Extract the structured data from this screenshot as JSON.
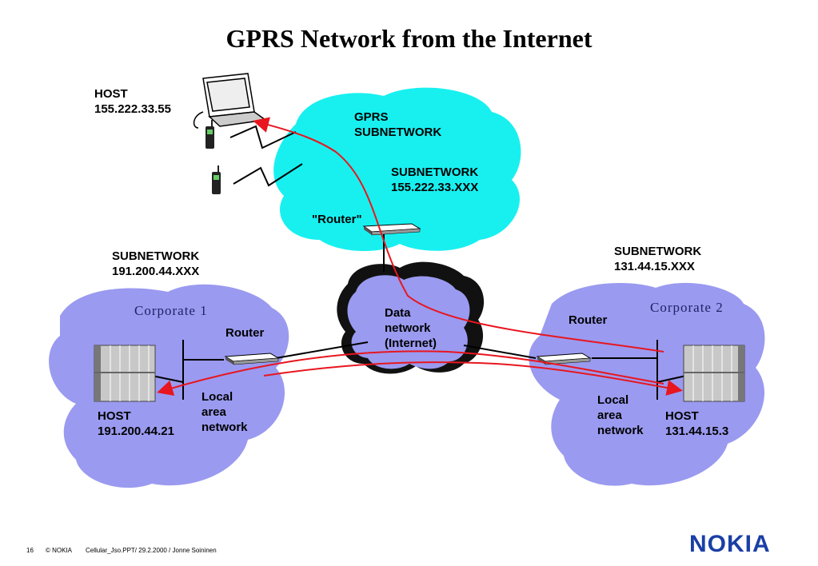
{
  "title": "GPRS Network from the Internet",
  "labels": {
    "host_gprs": "HOST\n155.222.33.55",
    "gprs_subnetwork": "GPRS\nSUBNETWORK",
    "subnetwork_155": "SUBNETWORK\n155.222.33.XXX",
    "router_gprs": "\"Router\"",
    "subnetwork_191": "SUBNETWORK\n191.200.44.XXX",
    "corporate_1": "Corporate 1",
    "router_corp1": "Router",
    "lan_corp1": "Local\narea\nnetwork",
    "host_corp1": "HOST\n191.200.44.21",
    "data_network": "Data\nnetwork\n(Internet)",
    "subnetwork_131": "SUBNETWORK\n131.44.15.XXX",
    "corporate_2": "Corporate 2",
    "router_corp2": "Router",
    "lan_corp2": "Local\narea\nnetwork",
    "host_corp2": "HOST\n131.44.15.3"
  },
  "footer": {
    "page": "16",
    "copyright": "© NOKIA",
    "file": "Cellular_Jso.PPT/ 29.2.2000 / Jonne Soininen"
  },
  "logo": "NOKIA",
  "colors": {
    "gprs_cloud": "#18f0f0",
    "corporate_cloud": "#9a9af0",
    "internet_cloud": "#9a9af0",
    "arrow": "#e8161e",
    "logo": "#1a3fa6"
  }
}
